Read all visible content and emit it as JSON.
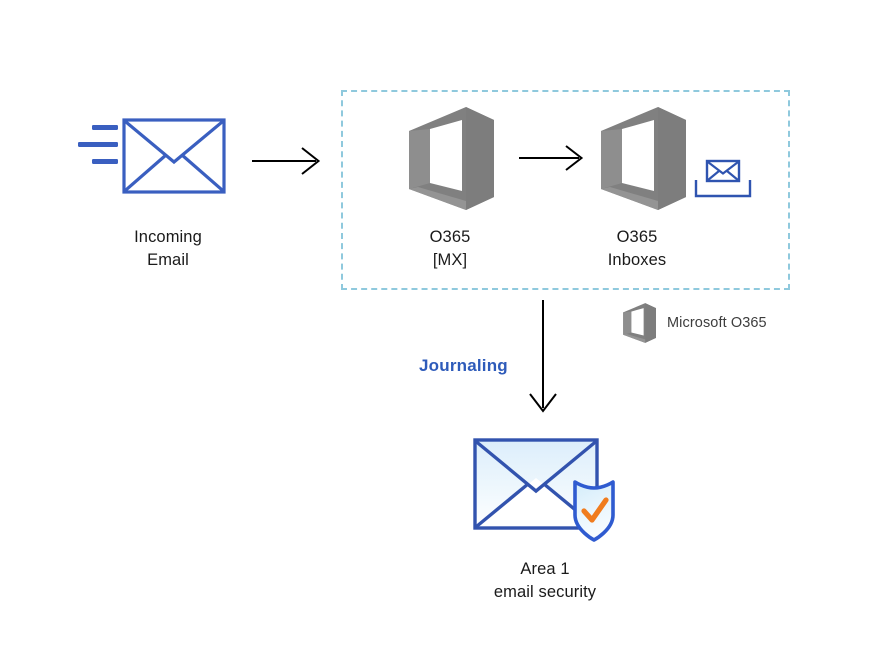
{
  "diagram": {
    "title_visible": false,
    "background_color": "#ffffff",
    "colors": {
      "envelope_blue": "#3a5fc0",
      "envelope_blue_dark": "#2f54b0",
      "envelope_tint": "#e4f0fa",
      "o365_grey": "#808080",
      "o365_grey_dark": "#6f6f6f",
      "dashed_border": "#8fc9dd",
      "journaling_text": "#2e5bba",
      "arrow_black": "#000000",
      "shield_orange": "#f07c1e",
      "shield_fill": "#d9effa",
      "text_dark": "#1a1a1a",
      "legend_text": "#3d3d3d"
    },
    "nodes": [
      {
        "id": "incoming-email",
        "icon": "envelope-icon",
        "label": "Incoming\nEmail"
      },
      {
        "id": "o365-mx",
        "icon": "office365-logo-icon",
        "label": "O365\n[MX]"
      },
      {
        "id": "o365-inboxes",
        "icon": "office365-logo-icon",
        "label": "O365\nInboxes",
        "badge_icon": "inbox-tray-icon"
      },
      {
        "id": "area1-email-security",
        "icon": "envelope-shield-check-icon",
        "label": "Area 1\nemail security"
      }
    ],
    "connectors": [
      {
        "id": "arrow-incoming-to-mx",
        "direction": "right",
        "label": ""
      },
      {
        "id": "arrow-mx-to-inboxes",
        "direction": "right",
        "label": ""
      },
      {
        "id": "arrow-journaling",
        "direction": "down",
        "label": "Journaling"
      }
    ],
    "group": {
      "id": "o365-group",
      "style": "dashed",
      "label": ""
    },
    "legend": {
      "items": [
        {
          "icon": "office365-logo-icon",
          "label": "Microsoft O365"
        }
      ]
    }
  }
}
